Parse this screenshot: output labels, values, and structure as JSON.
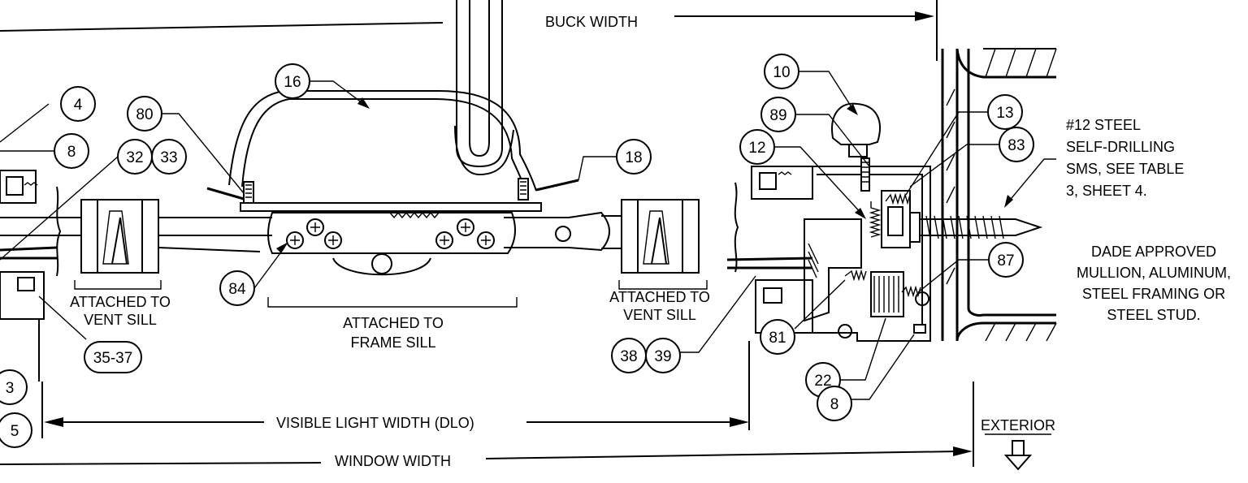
{
  "dimensions": {
    "buck_width": "BUCK WIDTH",
    "visible_light_width": "VISIBLE LIGHT WIDTH (DLO)",
    "window_width": "WINDOW WIDTH"
  },
  "notes": {
    "attached_to_vent_sill_left": [
      "ATTACHED TO",
      "VENT SILL"
    ],
    "attached_to_frame_sill": [
      "ATTACHED TO",
      "FRAME SILL"
    ],
    "attached_to_vent_sill_right": [
      "ATTACHED TO",
      "VENT SILL"
    ],
    "fastener": [
      "#12 STEEL",
      "SELF-DRILLING",
      "SMS, SEE TABLE",
      "3, SHEET 4."
    ],
    "mullion": [
      "DADE APPROVED",
      "MULLION, ALUMINUM,",
      "STEEL FRAMING OR",
      "STEEL STUD."
    ],
    "exterior": "EXTERIOR"
  },
  "callouts": {
    "c4": "4",
    "c8a": "8",
    "c32": "32",
    "c33": "33",
    "c3": "3",
    "c5": "5",
    "c16": "16",
    "c80": "80",
    "c18": "18",
    "c84": "84",
    "c3537": "35-37",
    "c10": "10",
    "c89": "89",
    "c12": "12",
    "c13": "13",
    "c83": "83",
    "c87": "87",
    "c81": "81",
    "c22": "22",
    "c8b": "8",
    "c38": "38",
    "c39": "39"
  }
}
